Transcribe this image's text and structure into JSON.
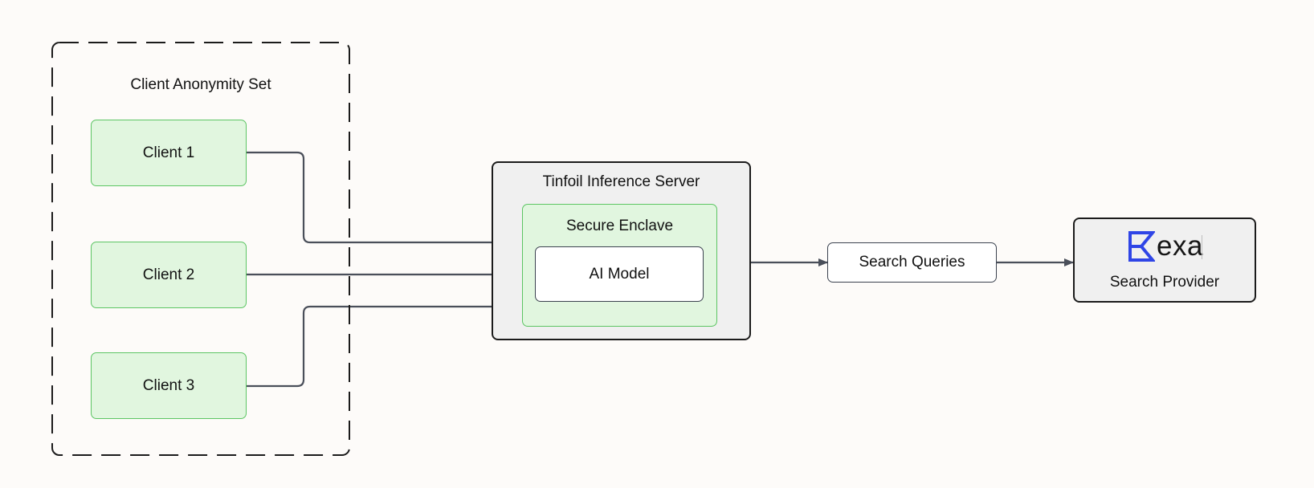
{
  "anonymity_set": {
    "title": "Client Anonymity Set",
    "clients": [
      {
        "label": "Client 1"
      },
      {
        "label": "Client 2"
      },
      {
        "label": "Client 3"
      }
    ]
  },
  "server": {
    "title": "Tinfoil Inference Server",
    "enclave": {
      "title": "Secure Enclave",
      "model_label": "AI Model"
    }
  },
  "queries": {
    "label": "Search Queries"
  },
  "provider": {
    "logo_text": "exa",
    "label": "Search Provider"
  },
  "colors": {
    "background": "#fdfbf9",
    "client_fill": "#e1f6df",
    "client_border": "#5cc563",
    "server_fill": "#f0f0f0",
    "arrow": "#4a4f5a",
    "logo_blue": "#2f45e6"
  }
}
